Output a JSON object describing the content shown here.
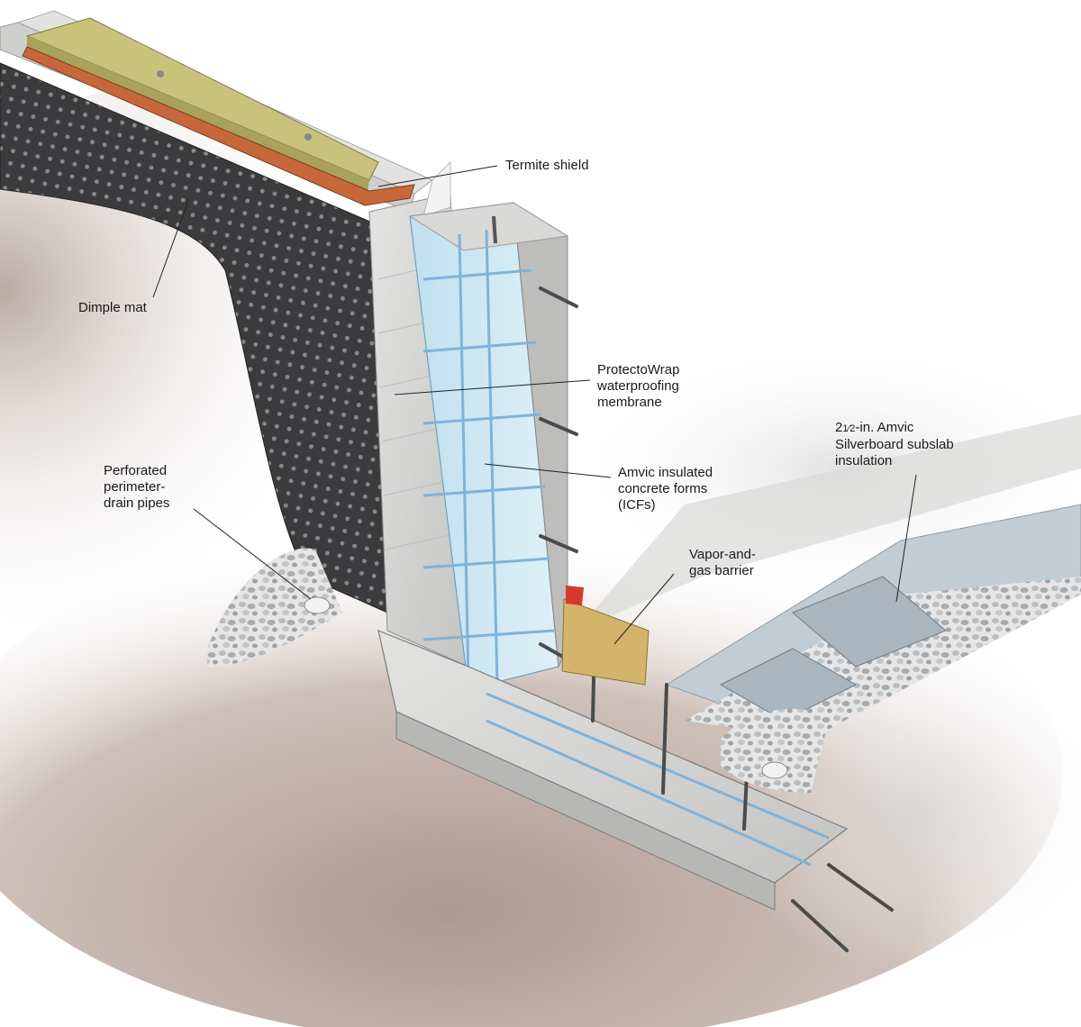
{
  "labels": {
    "termite_shield": "Termite shield",
    "dimple_mat": "Dimple mat",
    "protectowrap": "ProtectoWrap\nwaterproofing\nmembrane",
    "amvic_icf": "Amvic insulated\nconcrete forms\n(ICFs)",
    "perimeter_drain": "Perforated\nperimeter-\ndrain pipes",
    "vapor_barrier": "Vapor-and-\ngas barrier",
    "silverboard_prefix": "2",
    "silverboard_fraction": "1⁄2",
    "silverboard_rest": "-in. Amvic\nSilverboard subslab\ninsulation"
  },
  "colors": {
    "soil": "#b9a59a",
    "concrete": "#d6d6d4",
    "dimple_mat": "#3b3b3d",
    "icf_foam": "#cfe8f2",
    "rebar_blue": "#7fb3d8",
    "termite_copper": "#c8683a",
    "sill_plate": "#c9c27a",
    "vapor_barrier": "#d4b46a",
    "silverboard": "#a9b6c0",
    "gravel": "#c9ccce",
    "leader": "#222222"
  }
}
